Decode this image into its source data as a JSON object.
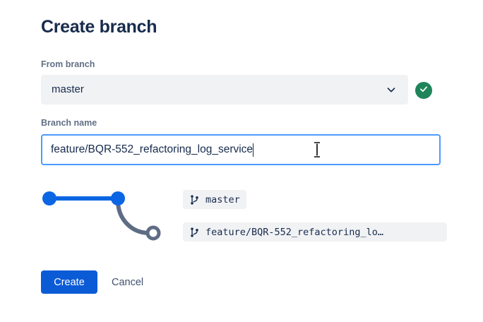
{
  "dialog": {
    "title": "Create branch"
  },
  "from_branch": {
    "label": "From branch",
    "value": "master",
    "chevron_icon": "chevron-down-icon",
    "status_icon": "check-circle-icon",
    "status_color": "#1f845a"
  },
  "branch_name": {
    "label": "Branch name",
    "value": "feature/BQR-552_refactoring_log_service",
    "placeholder": "",
    "focus_color": "#4c9aff"
  },
  "graph": {
    "nodes": [
      {
        "name": "commit-node-1",
        "type": "filled",
        "color": "#0c66e4"
      },
      {
        "name": "commit-node-2",
        "type": "filled",
        "color": "#0c66e4"
      },
      {
        "name": "new-branch-node",
        "type": "hollow",
        "color": "#5e6c84"
      }
    ],
    "edges": [
      {
        "name": "trunk-line",
        "color": "#0c66e4"
      },
      {
        "name": "branch-curve",
        "color": "#5e6c84"
      }
    ]
  },
  "branch_chips": [
    {
      "icon": "git-branch-icon",
      "label": "master"
    },
    {
      "icon": "git-branch-icon",
      "label": "feature/BQR-552_refactoring_lo…"
    }
  ],
  "actions": {
    "create_label": "Create",
    "cancel_label": "Cancel",
    "create_color": "#0c5bd6"
  },
  "cursor": {
    "icon": "text-ibeam-cursor"
  }
}
